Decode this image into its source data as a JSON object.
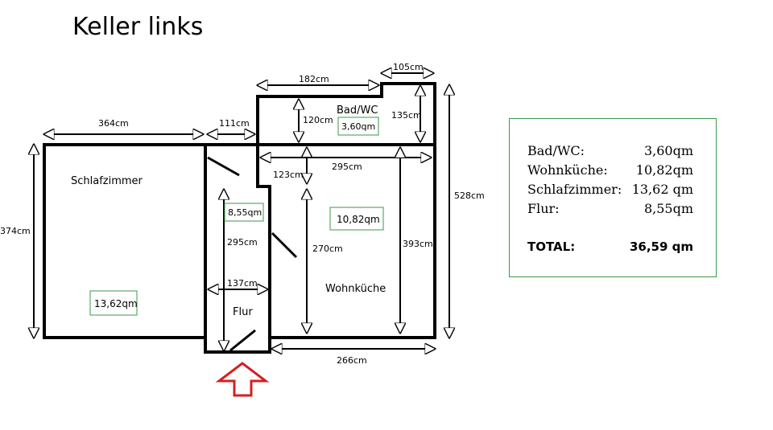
{
  "title": "Keller links",
  "rooms": {
    "schlafzimmer": {
      "name": "Schlafzimmer",
      "area": "13,62qm"
    },
    "bad": {
      "name": "Bad/WC",
      "area": "3,60qm"
    },
    "flur": {
      "name": "Flur",
      "area": "8,55qm"
    },
    "wohnkueche": {
      "name": "Wohnküche",
      "area": "10,82qm"
    }
  },
  "dimensions": {
    "d364": "364cm",
    "d111": "111cm",
    "d182": "182cm",
    "d105": "105cm",
    "d120": "120cm",
    "d135": "135cm",
    "d123": "123cm",
    "d295top": "295cm",
    "d295flur": "295cm",
    "d137": "137cm",
    "d270": "270cm",
    "d393": "393cm",
    "d528": "528cm",
    "d374": "374cm",
    "d266": "266cm"
  },
  "summary": {
    "rows": [
      {
        "label": "Bad/WC:",
        "value": "3,60qm"
      },
      {
        "label": "Wohnküche:",
        "value": "10,82qm"
      },
      {
        "label": "Schlafzimmer:",
        "value": "13,62 qm"
      },
      {
        "label": "Flur:",
        "value": "8,55qm"
      }
    ],
    "total_label": "TOTAL:",
    "total_value": "36,59 qm"
  },
  "colors": {
    "wall": "#000000",
    "label_box": "#3a9a4a",
    "entrance_arrow": "#d42020"
  }
}
